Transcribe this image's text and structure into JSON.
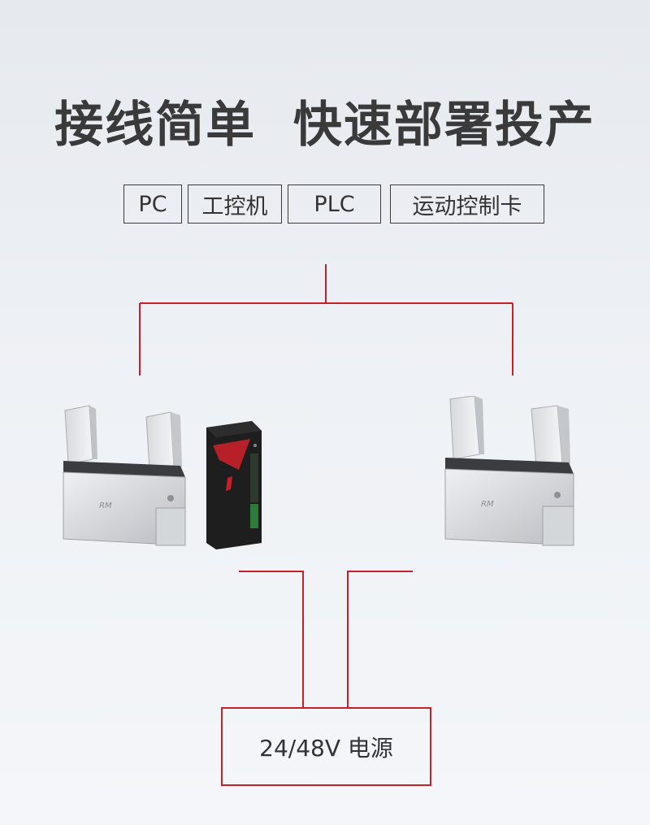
{
  "headline": "接线简单  快速部署投产",
  "controllers": [
    "PC",
    "工控机",
    "PLC",
    "运动控制卡"
  ],
  "power_supply": "24/48V 电源",
  "gripper_logo": "RM",
  "colors": {
    "wire": "#c8202a",
    "text": "#3a3a3a",
    "driver_body": "#1e1e1e",
    "driver_accent": "#c8202a"
  },
  "icons": [
    "electric-gripper-left",
    "driver-controller",
    "electric-gripper-right"
  ]
}
